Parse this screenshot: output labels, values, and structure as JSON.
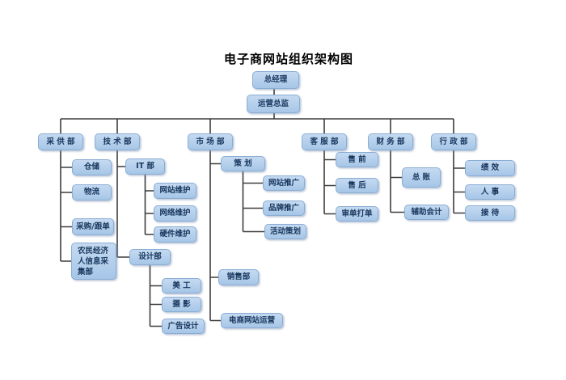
{
  "title": "电子商网站组织架构图",
  "colors": {
    "background": "#ffffff",
    "node_fill_top": "#c5daf1",
    "node_fill_bottom": "#a6c6e7",
    "node_border": "#8aadd4",
    "node_text": "#17365d",
    "connector": "#3d3d3d"
  },
  "org": {
    "root": {
      "label": "总经理"
    },
    "vice": {
      "label": "运营总监"
    },
    "departments": [
      {
        "label": "采 供 部",
        "children": [
          {
            "label": "仓储"
          },
          {
            "label": "物流"
          },
          {
            "label": "采购/跟单"
          },
          {
            "label": "农民经济人信息采集部"
          }
        ]
      },
      {
        "label": "技 术 部",
        "children": [
          {
            "label": "IT 部",
            "children": [
              {
                "label": "网站维护"
              },
              {
                "label": "网络维护"
              },
              {
                "label": "硬件维护"
              }
            ]
          },
          {
            "label": "设计部",
            "children": [
              {
                "label": "美 工"
              },
              {
                "label": "摄 影"
              },
              {
                "label": "广告设计"
              }
            ]
          }
        ]
      },
      {
        "label": "市 场 部",
        "children": [
          {
            "label": "策 划",
            "children": [
              {
                "label": "网站推广"
              },
              {
                "label": "品牌推广"
              },
              {
                "label": "活动策划"
              }
            ]
          },
          {
            "label": "销售部"
          },
          {
            "label": "电商网站运营"
          }
        ]
      },
      {
        "label": "客 服 部",
        "children": [
          {
            "label": "售 前"
          },
          {
            "label": "售 后"
          },
          {
            "label": "审单打单"
          }
        ]
      },
      {
        "label": "财 务 部",
        "children": [
          {
            "label": "总 账"
          },
          {
            "label": "辅助会计"
          }
        ]
      },
      {
        "label": "行 政 部",
        "children": [
          {
            "label": "绩 效"
          },
          {
            "label": "人 事"
          },
          {
            "label": "接 待"
          }
        ]
      }
    ]
  }
}
